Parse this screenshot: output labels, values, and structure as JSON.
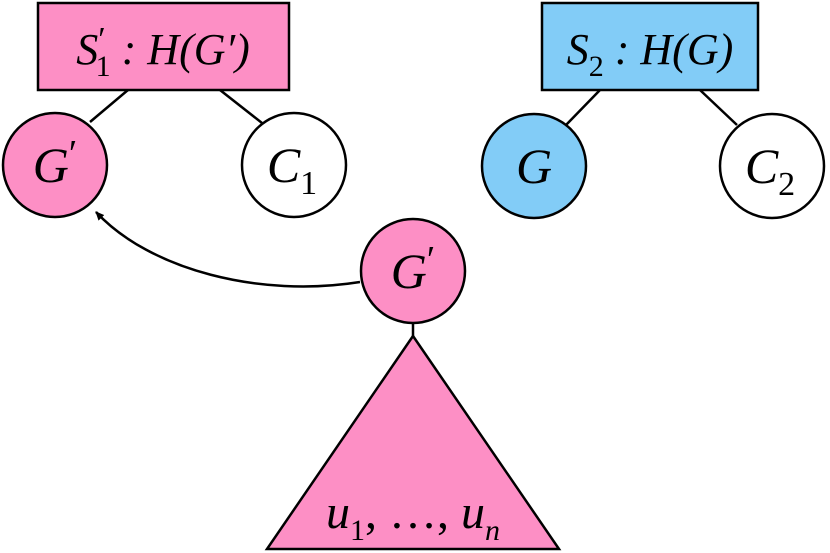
{
  "colors": {
    "pink": "#fd8fc5",
    "blue": "#82ccf7",
    "white": "#ffffff",
    "stroke": "#000000"
  },
  "boxes": {
    "left": {
      "main": "S",
      "prime": "′",
      "sub": "1",
      "rest": " : H(G′)"
    },
    "right": {
      "main": "S",
      "sub": "2",
      "rest": " : H(G)"
    }
  },
  "nodes": {
    "g_prime_left": {
      "main": "G",
      "prime": "′"
    },
    "c1": {
      "main": "C",
      "sub": "1"
    },
    "g_right": {
      "main": "G"
    },
    "c2": {
      "main": "C",
      "sub": "2"
    },
    "g_prime_center": {
      "main": "G",
      "prime": "′"
    }
  },
  "triangle": {
    "u1": "u",
    "u1_sub": "1",
    "sep1": ", …, ",
    "un": "u",
    "un_sub": "n"
  }
}
